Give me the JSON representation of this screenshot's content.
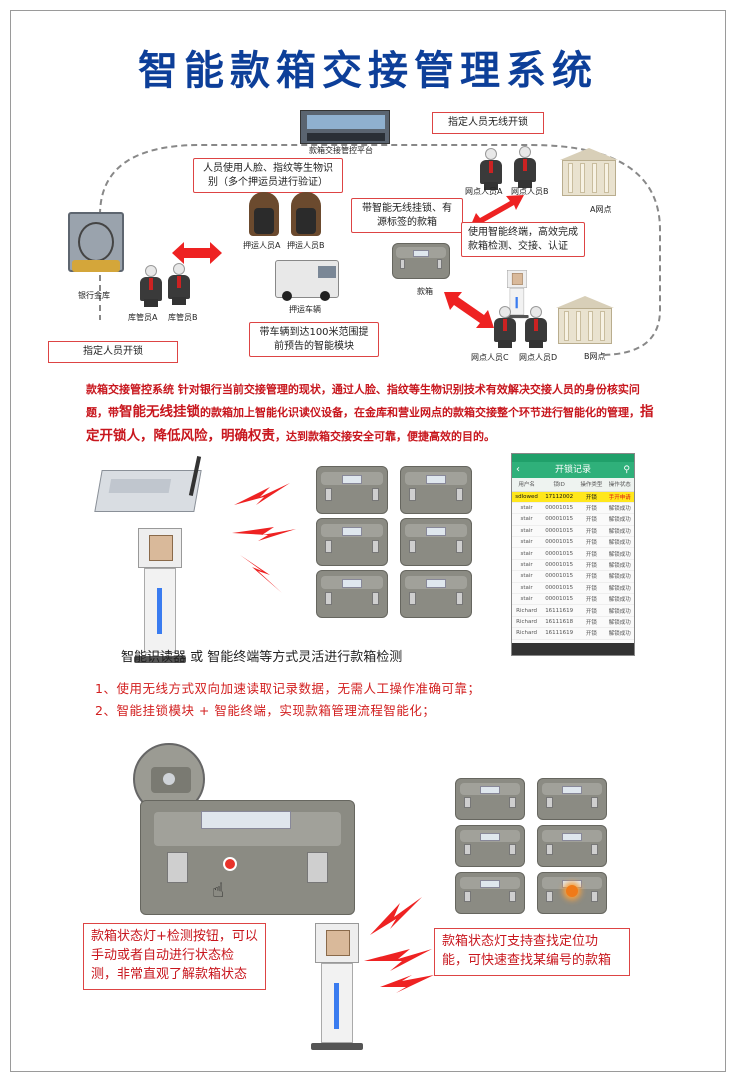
{
  "title": "智能款箱交接管理系统",
  "diagram": {
    "platform_label": "款箱交接管控平台",
    "callout_wireless_unlock": "指定人员无线开锁",
    "callout_biometric": "人员使用人脸、指纹等生物识别（多个押运员进行验证）",
    "escort_a": "押运人员A",
    "escort_b": "押运人员B",
    "vault_label": "银行金库",
    "keeper_a": "库管员A",
    "keeper_b": "库管员B",
    "truck_label": "押运车辆",
    "callout_truck": "带车辆到达100米范围提前预告的智能模块",
    "callout_box": "带智能无线挂锁、有源标签的款箱",
    "box_label": "款箱",
    "callout_terminal": "使用智能终端，高效完成款箱检测、交接、认证",
    "outlet_a_person_a": "网点人员A",
    "outlet_a_person_b": "网点人员B",
    "outlet_a": "A网点",
    "outlet_b_person_c": "网点人员C",
    "outlet_b_person_d": "网点人员D",
    "outlet_b": "B网点",
    "callout_designated_unlock": "指定人员开锁"
  },
  "description": {
    "part1": "款箱交接管控系统 针对银行当前交接管理的现状，通过人脸、指纹等生物识别技术有效解决交接人员的身份核实问题，带",
    "part2": "智能无线挂锁",
    "part3": "的款箱加上智能化识读仪设备，在金库和营业网点的款箱交接整个环节进行智能化的管理，",
    "part4": "指定开锁人，降低风险，明确权责",
    "part5": "，达到款箱交接安全可靠，便捷高效的目的。"
  },
  "phone": {
    "appbar_title": "开锁记录",
    "headers": [
      "用户名",
      "锁ID",
      "操作类型",
      "操作状态"
    ],
    "rows": [
      [
        "sdlowed",
        "17112002",
        "开锁",
        "手开申请"
      ],
      [
        "stair",
        "00001015",
        "开锁",
        "解锁成功"
      ],
      [
        "stair",
        "00001015",
        "开锁",
        "解锁成功"
      ],
      [
        "stair",
        "00001015",
        "开锁",
        "解锁成功"
      ],
      [
        "stair",
        "00001015",
        "开锁",
        "解锁成功"
      ],
      [
        "stair",
        "00001015",
        "开锁",
        "解锁成功"
      ],
      [
        "stair",
        "00001015",
        "开锁",
        "解锁成功"
      ],
      [
        "stair",
        "00001015",
        "开锁",
        "解锁成功"
      ],
      [
        "stair",
        "00001015",
        "开锁",
        "解锁成功"
      ],
      [
        "stair",
        "00001015",
        "开锁",
        "解锁成功"
      ],
      [
        "Richard",
        "16111619",
        "开锁",
        "解锁成功"
      ],
      [
        "Richard",
        "16111618",
        "开锁",
        "解锁成功"
      ],
      [
        "Richard",
        "16111619",
        "开锁",
        "解锁成功"
      ]
    ]
  },
  "caption": "智能识读器 或 智能终端等方式灵活进行款箱检测",
  "points": [
    "1、使用无线方式双向加速读取记录数据，无需人工操作准确可靠；",
    "2、智能挂锁模块 + 智能终端，实现款箱管理流程智能化；"
  ],
  "bottom": {
    "callout_left": "款箱状态灯+检测按钮，可以手动或者自动进行状态检测，非常直观了解款箱状态",
    "callout_right": "款箱状态灯支持查找定位功能，可快速查找某编号的款箱"
  },
  "colors": {
    "title_blue": "#0d3f99",
    "accent_red": "#c8161d",
    "case_grey": "#8b8b83",
    "highlight_yellow": "#ffe71c",
    "app_green": "#2fb07a"
  }
}
